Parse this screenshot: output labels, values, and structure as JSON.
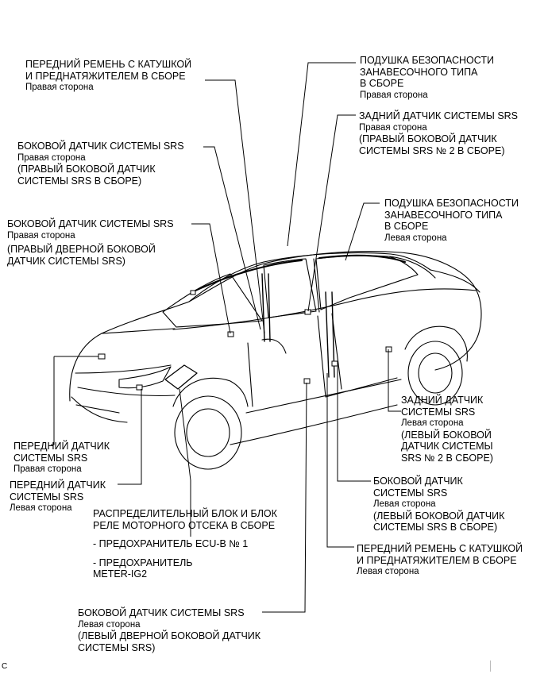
{
  "labels": {
    "front_belt_right": {
      "title": [
        "ПЕРЕДНИЙ РЕМЕНЬ С КАТУШКОЙ",
        "И ПРЕДНАТЯЖИТЕЛЕМ В СБОРЕ"
      ],
      "side": "Правая сторона"
    },
    "curtain_airbag_right": {
      "title": [
        "ПОДУШКА БЕЗОПАСНОСТИ",
        "ЗАНАВЕСОЧНОГО ТИПА",
        "В СБОРЕ"
      ],
      "side": "Правая сторона"
    },
    "rear_sensor_right": {
      "title": [
        "ЗАДНИЙ ДАТЧИК СИСТЕМЫ SRS"
      ],
      "side": "Правая сторона",
      "part": [
        "(ПРАВЫЙ БОКОВОЙ ДАТЧИК",
        "СИСТЕМЫ SRS № 2 В СБОРЕ)"
      ]
    },
    "side_sensor_right": {
      "title": [
        "БОКОВОЙ ДАТЧИК СИСТЕМЫ SRS"
      ],
      "side": "Правая сторона",
      "part": [
        "(ПРАВЫЙ БОКОВОЙ ДАТЧИК",
        "СИСТЕМЫ SRS В СБОРЕ)"
      ]
    },
    "curtain_airbag_left": {
      "title": [
        "ПОДУШКА БЕЗОПАСНОСТИ",
        "ЗАНАВЕСОЧНОГО ТИПА",
        "В СБОРЕ"
      ],
      "side": "Левая сторона"
    },
    "door_sensor_right": {
      "title": [
        "БОКОВОЙ ДАТЧИК СИСТЕМЫ SRS"
      ],
      "side": "Правая сторона",
      "part": [
        "(ПРАВЫЙ ДВЕРНОЙ БОКОВОЙ",
        "ДАТЧИК СИСТЕМЫ SRS)"
      ]
    },
    "rear_sensor_left": {
      "title": [
        "ЗАДНИЙ ДАТЧИК",
        "СИСТЕМЫ SRS"
      ],
      "side": "Левая сторона",
      "part": [
        "(ЛЕВЫЙ БОКОВОЙ",
        "ДАТЧИК СИСТЕМЫ",
        "SRS № 2 В СБОРЕ)"
      ]
    },
    "front_sensor_right": {
      "title": [
        "ПЕРЕДНИЙ ДАТЧИК",
        "СИСТЕМЫ SRS"
      ],
      "side": "Правая сторона"
    },
    "side_sensor_left": {
      "title": [
        "БОКОВОЙ ДАТЧИК",
        "СИСТЕМЫ SRS"
      ],
      "side": "Левая сторона",
      "part": [
        "(ЛЕВЫЙ БОКОВОЙ ДАТЧИК",
        "СИСТЕМЫ SRS В СБОРЕ)"
      ]
    },
    "front_sensor_left": {
      "title": [
        "ПЕРЕДНИЙ ДАТЧИК",
        "СИСТЕМЫ SRS"
      ],
      "side": "Левая сторона"
    },
    "relay_block": {
      "title": [
        "РАСПРЕДЕЛИТЕЛЬНЫЙ БЛОК И БЛОК",
        "РЕЛЕ МОТОРНОГО ОТСЕКА В СБОРЕ"
      ],
      "fuse1": [
        "- ПРЕДОХРАНИТЕЛЬ ECU-B № 1"
      ],
      "fuse2": [
        "- ПРЕДОХРАНИТЕЛЬ",
        "METER-IG2"
      ]
    },
    "front_belt_left": {
      "title": [
        "ПЕРЕДНИЙ РЕМЕНЬ С КАТУШКОЙ",
        "И ПРЕДНАТЯЖИТЕЛЕМ В СБОРЕ"
      ],
      "side": "Левая сторона"
    },
    "door_sensor_left": {
      "title": [
        "БОКОВОЙ ДАТЧИК СИСТЕМЫ SRS"
      ],
      "side": "Левая сторона",
      "part": [
        "(ЛЕВЫЙ ДВЕРНОЙ БОКОВОЙ ДАТЧИК",
        "СИСТЕМЫ SRS)"
      ]
    }
  },
  "footer": {
    "code": "C"
  }
}
